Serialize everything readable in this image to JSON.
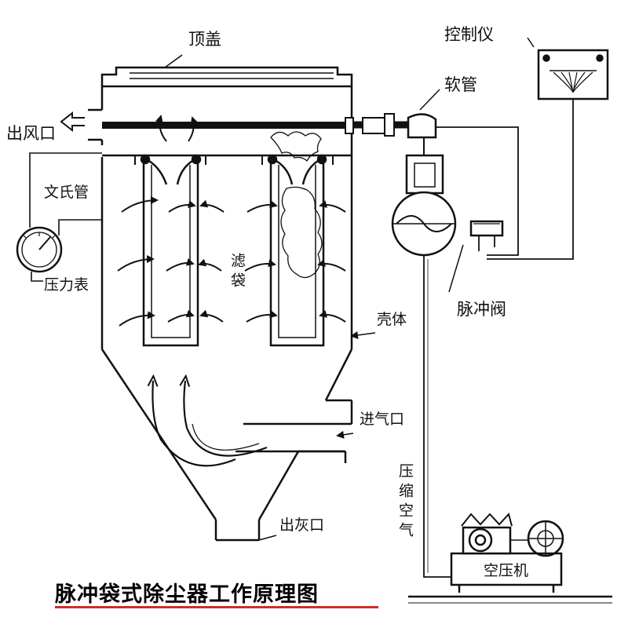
{
  "title": "脉冲袋式除尘器工作原理图",
  "labels": {
    "top_cover": "顶盖",
    "air_outlet": "出风口",
    "venturi": "文氏管",
    "pressure_gauge": "压力表",
    "filter_bag": "滤袋",
    "housing": "壳体",
    "air_inlet": "进气口",
    "ash_outlet": "出灰口",
    "controller": "控制仪",
    "hose": "软管",
    "pulse_valve": "脉冲阀",
    "compressed_air": "压缩空气",
    "air_compressor": "空压机"
  },
  "colors": {
    "line": "#111111",
    "title_underline": "#d42a2a",
    "background": "#ffffff"
  }
}
